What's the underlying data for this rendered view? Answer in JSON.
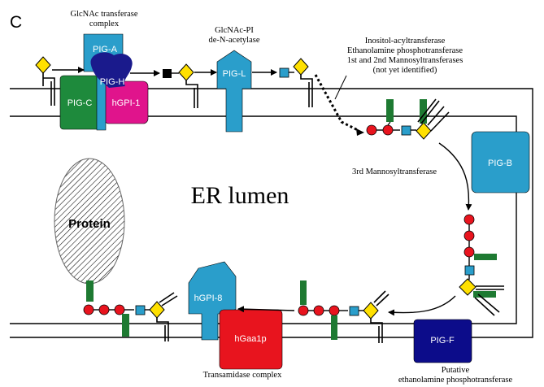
{
  "panel_letter": "C",
  "compartment_label": "ER lumen",
  "protein_label": "Protein",
  "labels": {
    "glcnac_transferase": [
      "GlcNAc transferase",
      "complex"
    ],
    "deacetylase": [
      "GlcNAc-PI",
      "de-N-acetylase"
    ],
    "unidentified": [
      "Inositol-acyltransferase",
      "Ethanolamine phosphotransferase",
      "1st and 2nd Mannosyltransferases",
      "(not yet identified)"
    ],
    "mannosyltransferase3": "3rd Mannosyltransferase",
    "transamidase": "Transamidase complex",
    "putative": [
      "Putative",
      "ethanolamine phosphotransferase"
    ]
  },
  "proteins": {
    "pig_a": "PIG-A",
    "pig_h": "PIG-H",
    "pig_c": "PIG-C",
    "hgpi_1": "hGPI-1",
    "pig_l": "PIG-L",
    "pig_b": "PIG-B",
    "hgpi_8": "hGPI-8",
    "hgaa1p": "hGaa1p",
    "pig_f": "PIG-F"
  },
  "colors": {
    "pig_a": "#2a9ecb",
    "pig_h": "#1a1a8c",
    "pig_c": "#1e8a3c",
    "hgpi_1": "#e0148c",
    "pig_l": "#2a9ecb",
    "pig_b": "#2a9ecb",
    "hgpi_8": "#2a9ecb",
    "hgaa1p": "#e8141e",
    "pig_f": "#0c0c8a",
    "mannose": "#e8141e",
    "glucosamine": "#2a9ecb",
    "inositol": "#ffe000",
    "ethanolamine_p": "#1e7a32",
    "glcnac": "#000000"
  }
}
